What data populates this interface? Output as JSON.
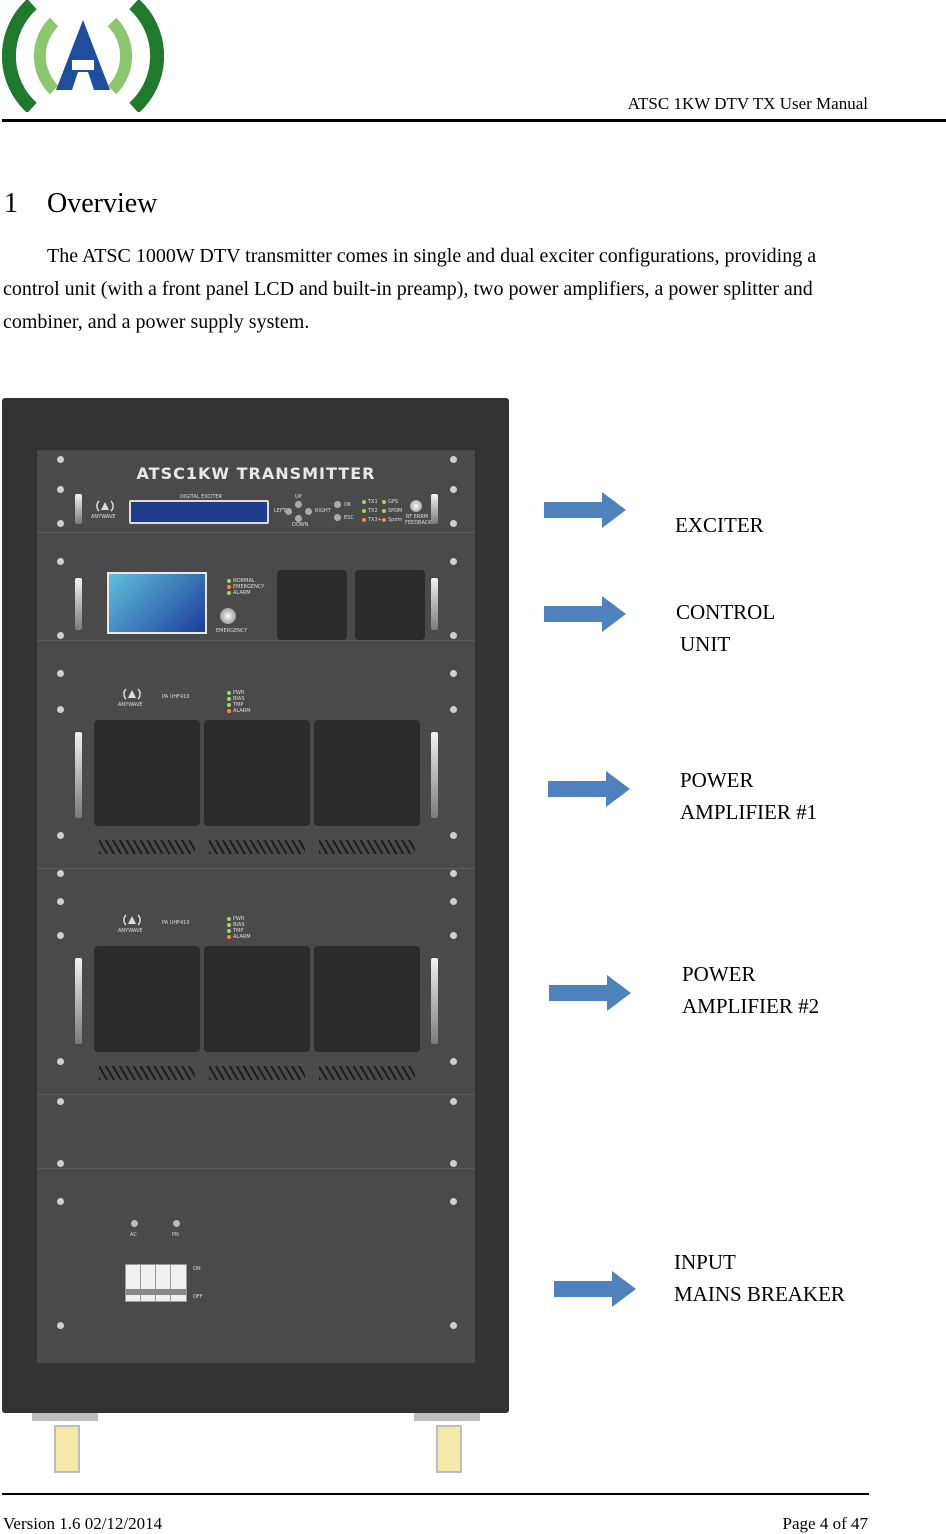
{
  "header": {
    "title": "ATSC 1KW DTV TX User Manual"
  },
  "section": {
    "number": "1",
    "title": "Overview",
    "paragraph": "The ATSC 1000W DTV transmitter comes in single and dual exciter configurations, providing a control unit (with a front panel LCD and built-in preamp), two power amplifiers, a power splitter and combiner, and a power supply system."
  },
  "figure": {
    "rack_title": "ATSC1KW TRANSMITTER",
    "exciter_label": "DIGITAL EXCITER",
    "brand": "ANYWAVE",
    "pa_model": "PA UHF410",
    "control_leds": [
      "NORMAL",
      "EMERGENCY",
      "ALARM"
    ],
    "emergency_label": "EMERGENCY",
    "pa_leds": [
      "PWR",
      "BIAS",
      "TMP",
      "ALARM"
    ],
    "nav_labels": {
      "up": "UP",
      "left": "LEFT",
      "right": "RIGHT",
      "down": "DOWN",
      "ok": "OK",
      "esc": "ESC"
    },
    "exciter_leds": [
      "TX1",
      "GPS",
      "TX2",
      "SPDM",
      "TX3+",
      "Spdm"
    ],
    "rf_label": "RF ERRM FEEDBACK",
    "breaker": {
      "ac": "AC",
      "pn": "PN",
      "on": "ON",
      "off": "OFF"
    },
    "callouts": [
      {
        "line1": "EXCITER",
        "line2": ""
      },
      {
        "line1": "CONTROL",
        "line2": "UNIT"
      },
      {
        "line1": "POWER",
        "line2": "AMPLIFIER #1"
      },
      {
        "line1": "POWER",
        "line2": "AMPLIFIER #2"
      },
      {
        "line1": "INPUT",
        "line2": "MAINS BREAKER"
      }
    ]
  },
  "footer": {
    "version": "Version 1.6 02/12/2014",
    "page": "Page 4 of 47"
  },
  "colors": {
    "arrow": "#4f81bd",
    "logo_dark_green": "#1f7a2e",
    "logo_light_green": "#8cc76e",
    "logo_blue": "#1f4e9c"
  }
}
